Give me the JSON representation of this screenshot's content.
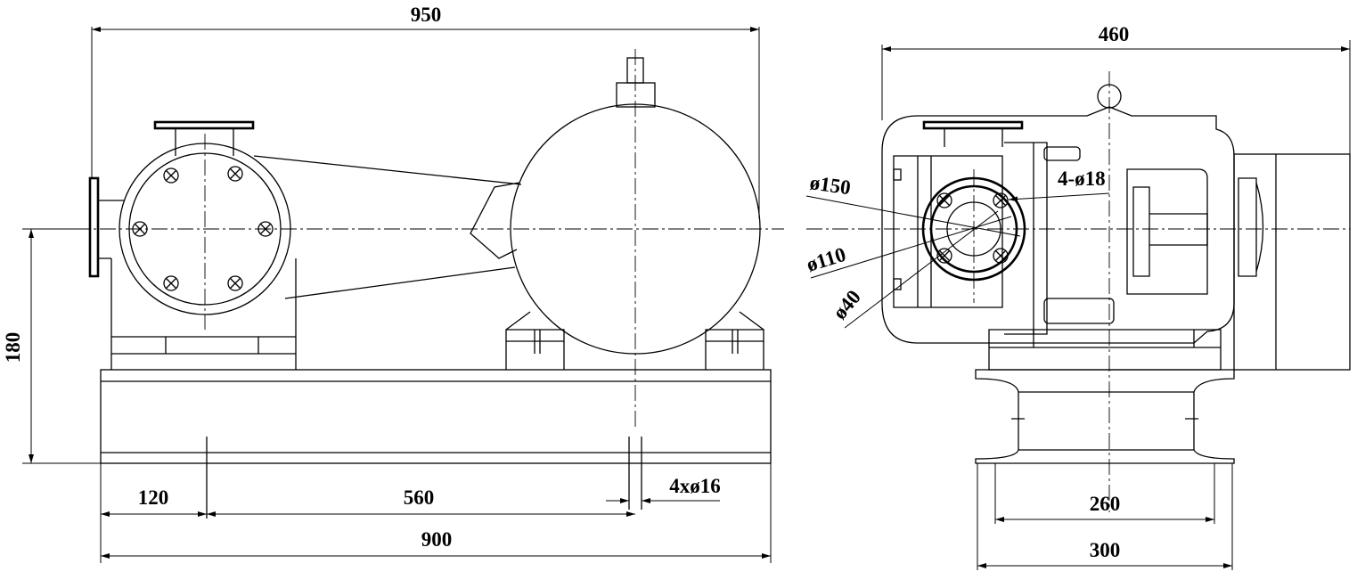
{
  "front_view": {
    "dimensions": {
      "overall_length": "950",
      "shaft_height": "180",
      "bolt_offset": "120",
      "bolt_spacing": "560",
      "base_holes": "4xø16",
      "base_length": "900"
    }
  },
  "side_view": {
    "dimensions": {
      "overall_width": "460",
      "flange_outer": "ø150",
      "flange_bolt_circle": "ø110",
      "flange_bore": "ø40",
      "flange_holes": "4-ø18",
      "base_bolt_spacing": "260",
      "base_width": "300"
    }
  },
  "colors": {
    "line": "#000000",
    "background": "#ffffff"
  }
}
